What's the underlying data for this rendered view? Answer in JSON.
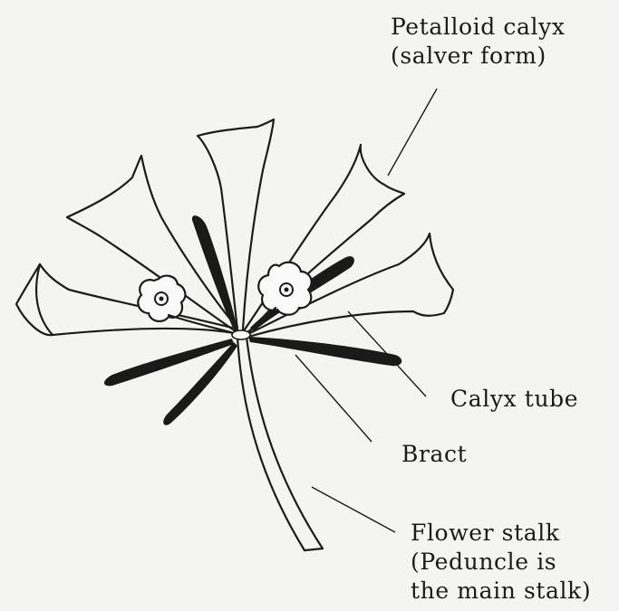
{
  "labels": {
    "petalloid_calyx": [
      "Petalloid calyx",
      "(salver form)"
    ],
    "calyx_tube": "Calyx tube",
    "bract": "Bract",
    "flower_stalk": [
      "Flower stalk",
      "(Peduncle is",
      "the main stalk)"
    ]
  },
  "colors": {
    "ink": "#1c1c1c",
    "background": "#f4f4f2"
  }
}
